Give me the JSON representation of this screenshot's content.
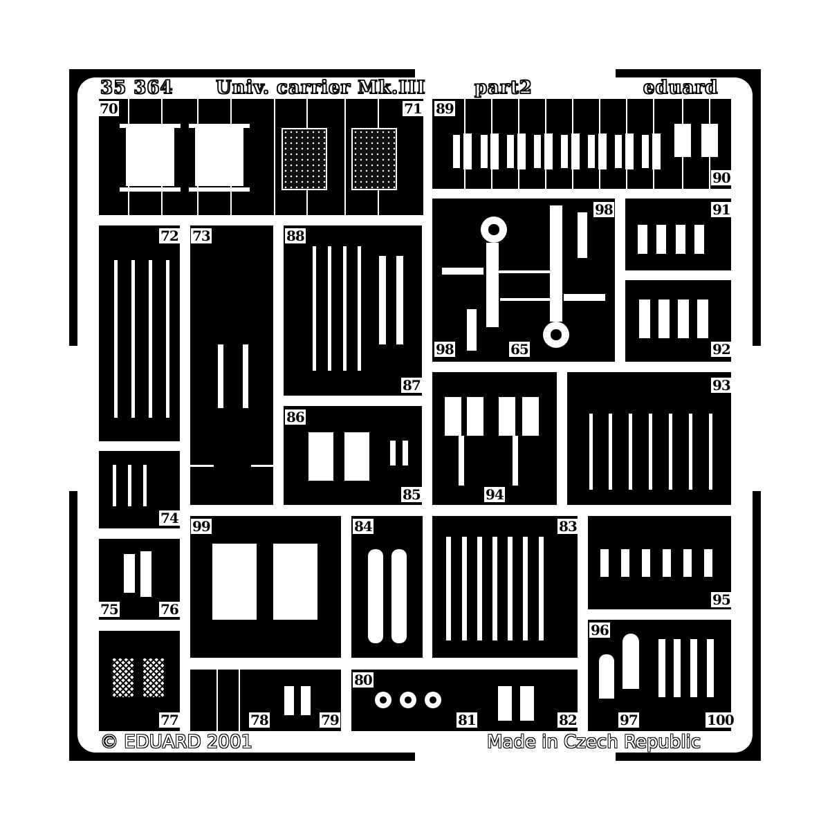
{
  "fret": {
    "title_number": "35 364",
    "title_name": "Univ. carrier Mk.III",
    "title_part": "part2",
    "brand": "eduard",
    "copyright": "© EDUARD 2001",
    "origin": "Made in Czech Republic",
    "colors": {
      "metal": "#ffffff",
      "background": "#000000"
    }
  },
  "part_labels": {
    "p70": "70",
    "p71": "71",
    "p72": "72",
    "p73": "73",
    "p74": "74",
    "p75": "75",
    "p76": "76",
    "p77": "77",
    "p78": "78",
    "p79": "79",
    "p80": "80",
    "p81": "81",
    "p82": "82",
    "p83": "83",
    "p84": "84",
    "p85": "85",
    "p86": "86",
    "p87": "87",
    "p88": "88",
    "p89": "89",
    "p90": "90",
    "p91": "91",
    "p92": "92",
    "p93": "93",
    "p94": "94",
    "p95": "95",
    "p96": "96",
    "p97": "97",
    "p98": "98",
    "p99": "99",
    "p100": "100",
    "p65": "65",
    "p98b": "98"
  }
}
